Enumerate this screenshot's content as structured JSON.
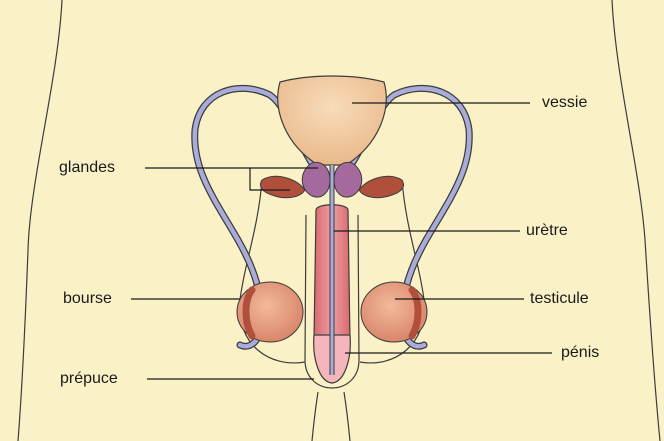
{
  "labels": {
    "vessie": "vessie",
    "glandes": "glandes",
    "uretre": "urètre",
    "bourse": "bourse",
    "testicule": "testicule",
    "penis": "pénis",
    "prepuce": "prépuce"
  },
  "colors": {
    "background": "#fbf1c6",
    "outline": "#3c3c3c",
    "bladder": "#f0c79a",
    "duct": "#a9abd9",
    "gland": "#a46a9d",
    "vesicle": "#b0503c",
    "testicle": "#e09c7b",
    "penis": "#e07f83",
    "glans": "#f4b6ba",
    "leader_line": "#1a1a1a"
  }
}
